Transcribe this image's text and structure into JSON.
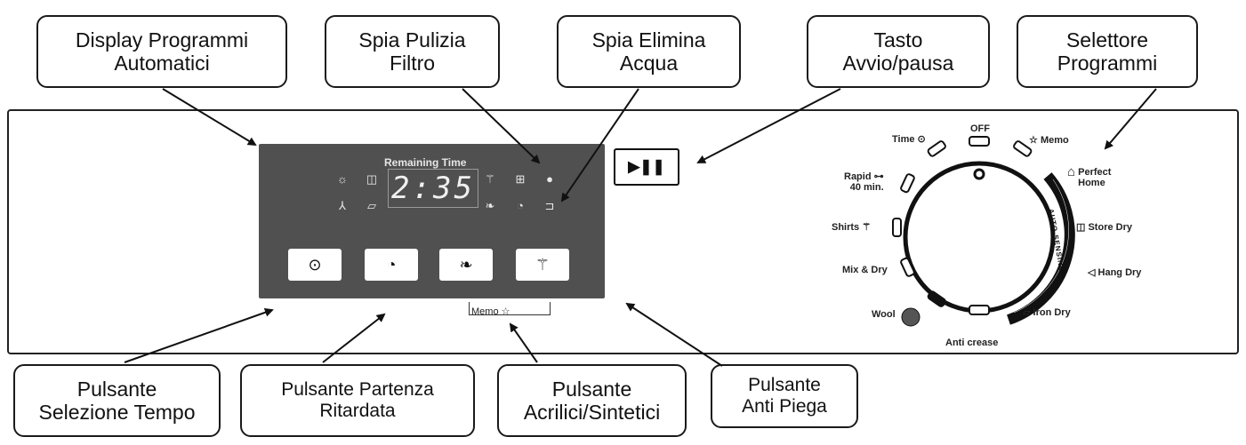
{
  "callouts": {
    "display_programmi": [
      "Display Programmi",
      "Automatici"
    ],
    "spia_pulizia": [
      "Spia Pulizia",
      "Filtro"
    ],
    "spia_elimina": [
      "Spia Elimina",
      "Acqua"
    ],
    "tasto_avvio": [
      "Tasto",
      "Avvio/pausa"
    ],
    "selettore": [
      "Selettore",
      "Programmi"
    ],
    "pulsante_tempo": [
      "Pulsante",
      "Selezione Tempo"
    ],
    "pulsante_partenza": [
      "Pulsante Partenza",
      "Ritardata"
    ],
    "pulsante_acrilici": [
      "Pulsante",
      "Acrilici/Sintetici"
    ],
    "pulsante_antipiega": [
      "Pulsante",
      "Anti Piega"
    ]
  },
  "display": {
    "remaining_label": "Remaining Time",
    "time": "2:35",
    "memo_label": "Memo"
  },
  "program_labels": {
    "off": "OFF",
    "time": "Time",
    "memo": "Memo",
    "rapid": [
      "Rapid",
      "40 min."
    ],
    "perfect_home": [
      "Perfect",
      "Home"
    ],
    "shirts": "Shirts",
    "store_dry": "Store Dry",
    "mix_dry": "Mix & Dry",
    "hang_dry": "Hang Dry",
    "wool": "Wool",
    "iron_dry": "Iron Dry",
    "anti_crease": "Anti crease",
    "auto_sensing": "AUTO SENSING"
  },
  "icons": {
    "start_pause": "play-pause-icon",
    "time_btn": "clock-icon",
    "delay_btn": "delay-timer-icon",
    "acrylic_btn": "leaf-icon",
    "anticrease_btn": "shirt-icon"
  }
}
